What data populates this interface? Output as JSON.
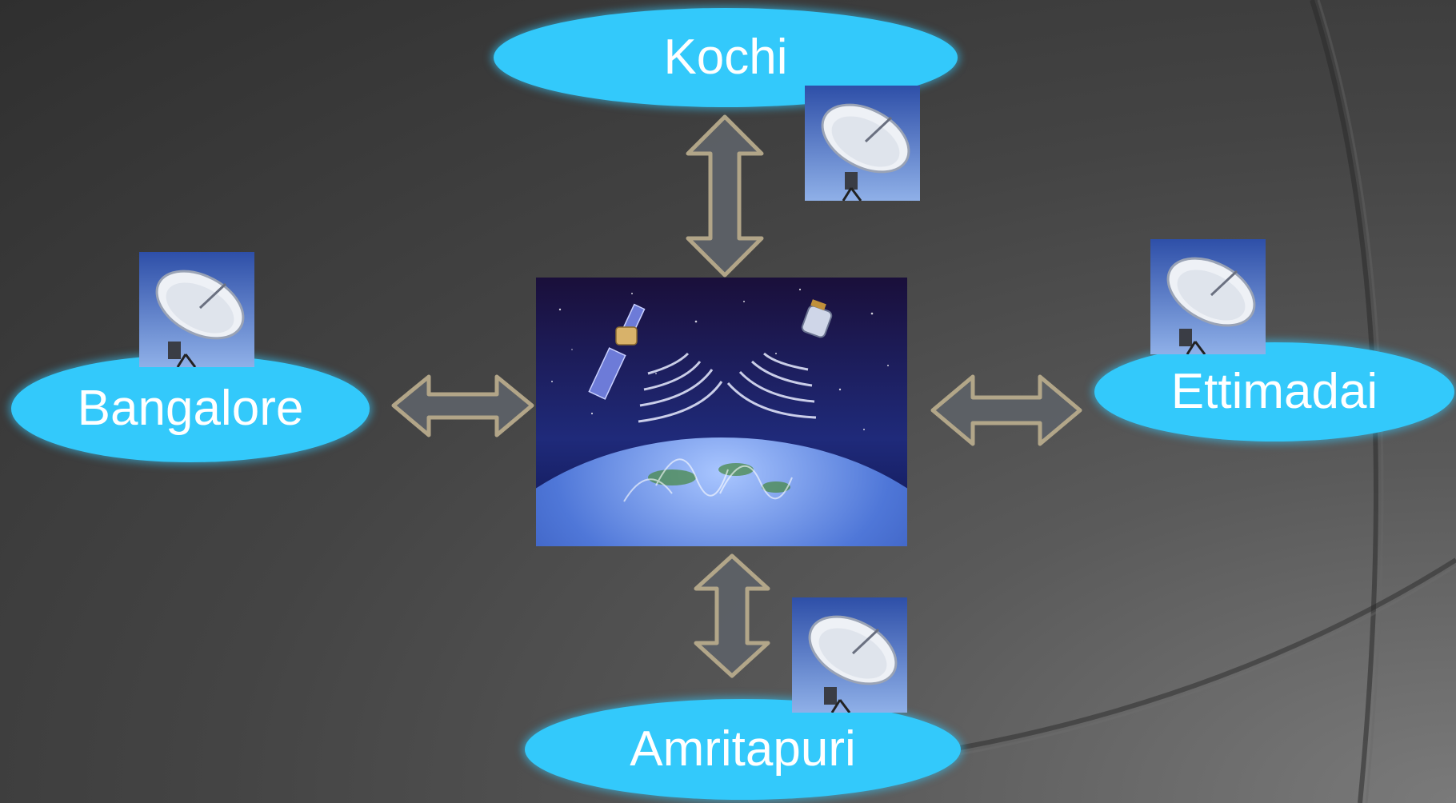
{
  "diagram": {
    "center": {
      "image": "satellite-earth-communication-image"
    },
    "nodes": {
      "top": {
        "label": "Kochi"
      },
      "left": {
        "label": "Bangalore"
      },
      "right": {
        "label": "Ettimadai"
      },
      "bottom": {
        "label": "Amritapuri"
      }
    },
    "icons": {
      "station": "satellite-dish-icon",
      "link": "double-headed-arrow"
    },
    "colors": {
      "node_fill": "#33c9fb",
      "node_text": "#ffffff",
      "arrow_fill": "#5d6167",
      "arrow_glow": "#b8ab8c",
      "background": "#3a3a3a"
    }
  }
}
